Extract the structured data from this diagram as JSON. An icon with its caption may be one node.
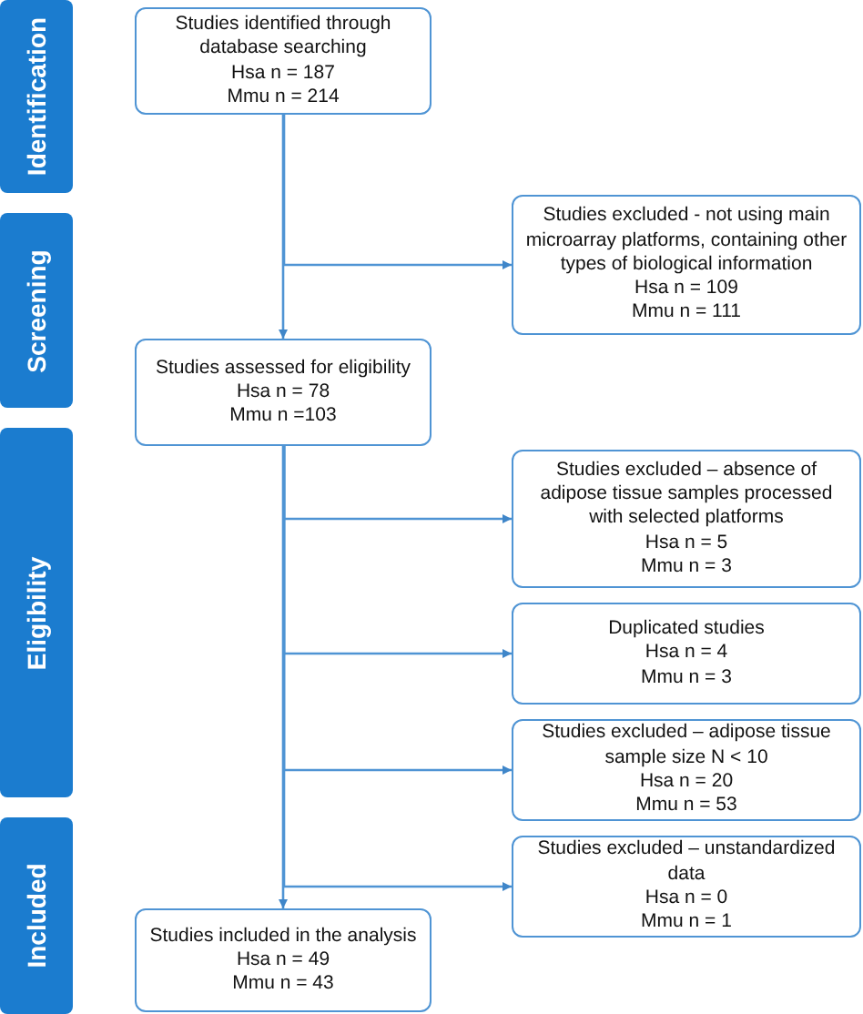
{
  "diagram": {
    "nodes": [
      {
        "text": [
          "Identification"
        ]
      },
      {
        "text": [
          "Screening"
        ]
      },
      {
        "text": [
          "Eligibility"
        ]
      },
      {
        "text": [
          "Included"
        ]
      },
      {
        "text": [
          "Studies identified through database searching",
          "Hsa n = 187",
          "Mmu n = 214"
        ]
      },
      {
        "text": [
          "Studies excluded - not using main microarray platforms, containing other types of biological information",
          "Hsa n = 109",
          "Mmu n = 111"
        ]
      },
      {
        "text": [
          "Studies assessed for eligibility",
          "Hsa n = 78",
          "Mmu n =103"
        ]
      },
      {
        "text": [
          "Studies excluded – absence of adipose tissue samples processed with selected platforms",
          "Hsa n = 5",
          "Mmu n = 3"
        ]
      },
      {
        "text": [
          "Duplicated studies",
          "Hsa n = 4",
          "Mmu n = 3"
        ]
      },
      {
        "text": [
          "Studies excluded – adipose tissue sample size N < 10",
          "Hsa n = 20",
          "Mmu n = 53"
        ]
      },
      {
        "text": [
          "Studies excluded – unstandardized data",
          "Hsa n = 0",
          "Mmu n = 1"
        ]
      },
      {
        "text": [
          "Studies included in the analysis",
          "Hsa n = 49",
          "Mmu n = 43"
        ]
      }
    ],
    "edges": [
      {
        "from": 4,
        "to": 6,
        "arrow": "to"
      },
      {
        "from": 4,
        "to": 5,
        "arrow": "to"
      },
      {
        "from": 6,
        "to": 7,
        "arrow": "to"
      },
      {
        "from": 6,
        "to": 8,
        "arrow": "to"
      },
      {
        "from": 6,
        "to": 9,
        "arrow": "to"
      },
      {
        "from": 6,
        "to": 10,
        "arrow": "to"
      },
      {
        "from": 6,
        "to": 11,
        "arrow": "to"
      }
    ]
  }
}
